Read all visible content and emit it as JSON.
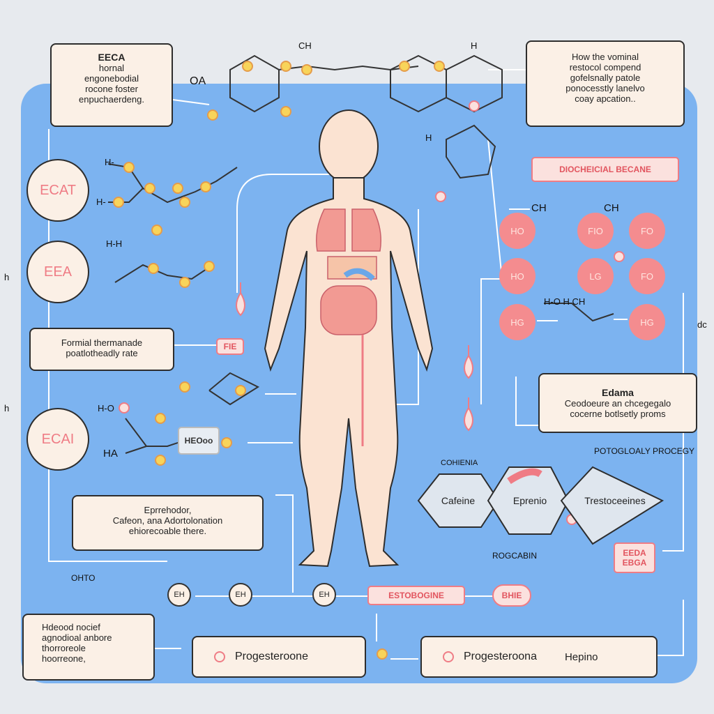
{
  "boxes": {
    "top_left": {
      "title": "EECA",
      "l1": "hornal",
      "l2": "engonebodial",
      "l3": "rocone foster",
      "l4": "enpuchaerdeng."
    },
    "top_right": {
      "l1": "How the vominal",
      "l2": "restocol compend",
      "l3": "gofelsnally patole",
      "l4": "ponocesstly lanelvo",
      "l5": "coay apcation.."
    },
    "mid_left": {
      "l1": "Formial thermanade",
      "l2": "poatlotheadly rate"
    },
    "lower_left": {
      "l1": "Eprrehodor,",
      "l2": "Cafeon, ana Adortolonation",
      "l3": "ehiorecoable there."
    },
    "bottom_left": {
      "l1": "Hdeood nocief",
      "l2": "agnodioal anbore",
      "l3": "thorroreole",
      "l4": "hoorreone,"
    },
    "prog1": "Progesteroone",
    "prog2": "Progesteroona",
    "prog2_extra": "Hepino",
    "edama": {
      "title": "Edama",
      "l1": "Ceodoeure an chcegegalo",
      "l2": "cocerne botlsetly proms"
    }
  },
  "circles": {
    "c1": "ECAT",
    "c2": "EEA",
    "c3": "ECAI"
  },
  "tags": {
    "biochem": "DIOCHEICIAL BECANE",
    "estro": "ESTOBOGINE",
    "small": "BHIE",
    "eeda1": "EEDA",
    "eeda2": "EBGA",
    "fe": "FIE",
    "heo": "HEOoo"
  },
  "nodes": {
    "n1": "EH",
    "n2": "EH",
    "n3": "EH"
  },
  "pnodes": {
    "p1": "HO",
    "p2": "FIO",
    "p3": "FO",
    "p4": "HO",
    "p5": "LG",
    "p6": "FO",
    "p7": "HG",
    "p8": "HG"
  },
  "flow": {
    "caffeine": "Cafeine",
    "eprenio": "Eprenio",
    "testo": "Trestoceeines"
  },
  "labels": {
    "ch_top": "CH",
    "h_top": "H",
    "oa": "OA",
    "h1": "H-",
    "h2": "H-",
    "h3": "H-H",
    "ho": "H-O",
    "ha": "HA",
    "side1": "h",
    "side2": "h",
    "side3": "dc",
    "ch_r1": "CH",
    "ch_r2": "CH",
    "h_r": "H",
    "curve": "H-O  H  CH",
    "cond": "COHIENIA",
    "pot": "POTOGLOALY PROCEGY",
    "rog": "ROGCABIN",
    "ohto": "OHTO"
  }
}
